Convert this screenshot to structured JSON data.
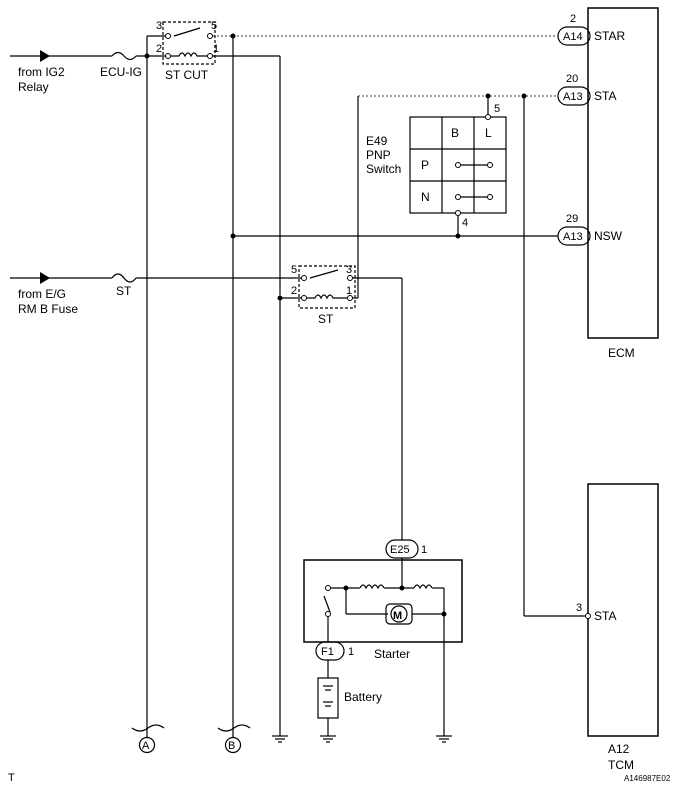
{
  "sources": {
    "ig2_line1": "from IG2",
    "ig2_line2": "Relay",
    "eg_line1": "from E/G",
    "eg_line2": "RM B Fuse"
  },
  "fuses": {
    "ecu_ig": "ECU-IG",
    "st": "ST"
  },
  "relays": {
    "st_cut": {
      "name": "ST CUT",
      "pins": [
        "3",
        "5",
        "2",
        "1"
      ]
    },
    "st": {
      "name": "ST",
      "pins": [
        "5",
        "3",
        "2",
        "1"
      ]
    }
  },
  "pnp_switch": {
    "id": "E49",
    "name_line1": "PNP",
    "name_line2": "Switch",
    "col_headers": [
      "B",
      "L"
    ],
    "row_labels": [
      "P",
      "N"
    ],
    "pin_top": "5",
    "pin_bottom": "4"
  },
  "ecm": {
    "label": "ECM",
    "terminals": [
      {
        "pin": "2",
        "connector": "A14",
        "name": "STAR"
      },
      {
        "pin": "20",
        "connector": "A13",
        "name": "STA"
      },
      {
        "pin": "29",
        "connector": "A13",
        "name": "NSW"
      }
    ]
  },
  "tcm": {
    "label_line1": "A12",
    "label_line2": "TCM",
    "terminal": {
      "pin": "3",
      "name": "STA"
    }
  },
  "starter": {
    "label": "Starter",
    "connector": "E25",
    "pin": "1",
    "motor": "M"
  },
  "battery": {
    "label": "Battery",
    "connector": "F1",
    "pin": "1"
  },
  "grounds": [
    "A",
    "B"
  ],
  "footer": {
    "left": "T",
    "right": "A146987E02"
  }
}
